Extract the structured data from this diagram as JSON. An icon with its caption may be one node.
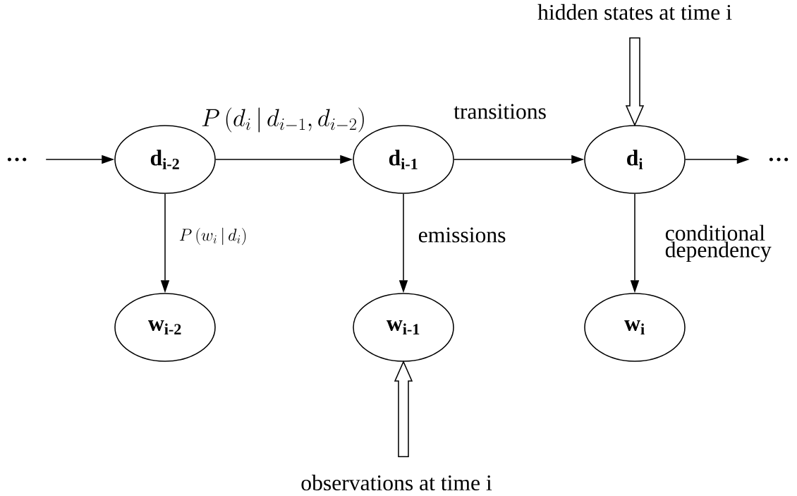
{
  "diagram": {
    "nodes": [
      {
        "text": [
          "…"
        ]
      },
      {
        "text": [
          "d$_{i-2}$"
        ]
      },
      {
        "text": [
          "d$_{i-1}$"
        ]
      },
      {
        "text": [
          "d$_{i}$"
        ]
      },
      {
        "text": [
          "…"
        ]
      },
      {
        "text": [
          "w$_{i-2}$"
        ]
      },
      {
        "text": [
          "w$_{i-1}$"
        ]
      },
      {
        "text": [
          "w$_{i}$"
        ]
      },
      {
        "text": [
          "hidden states at time i"
        ]
      },
      {
        "text": [
          "observations at time i"
        ]
      }
    ],
    "edges": [
      {
        "from": 0,
        "to": 1,
        "arrow": "to"
      },
      {
        "from": 1,
        "to": 2,
        "arrow": "to",
        "label": "P\\left(d_i \\,|\\, d_{i-1}, d_{i-2}\\right)"
      },
      {
        "from": 2,
        "to": 3,
        "arrow": "to",
        "label": "transitions"
      },
      {
        "from": 3,
        "to": 4,
        "arrow": "to"
      },
      {
        "from": 1,
        "to": 5,
        "arrow": "to",
        "label": "P\\left(w_i \\,|\\, d_i\\right)"
      },
      {
        "from": 2,
        "to": 6,
        "arrow": "to",
        "label": "emissions"
      },
      {
        "from": 3,
        "to": 7,
        "arrow": "to",
        "label": "conditional dependency"
      },
      {
        "from": 8,
        "to": 3,
        "arrow": "to",
        "style": "thick"
      },
      {
        "from": 9,
        "to": 6,
        "arrow": "to",
        "style": "thick"
      }
    ]
  }
}
